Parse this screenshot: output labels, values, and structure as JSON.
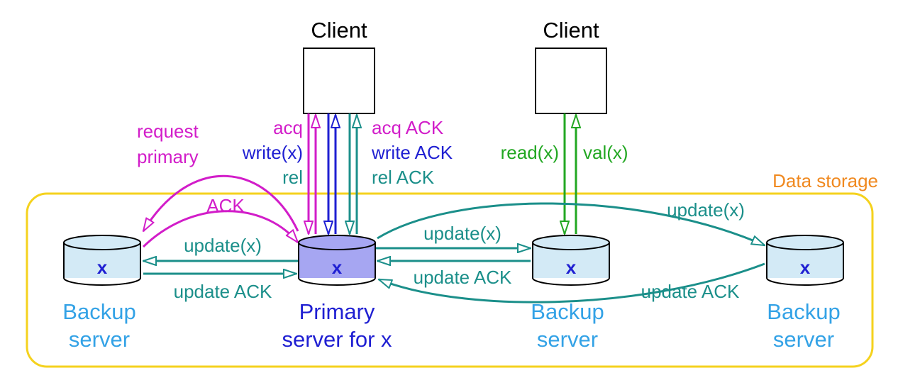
{
  "colors": {
    "magenta": "#d21dc9",
    "blue": "#1f1fd2",
    "teal": "#1b8f8a",
    "green": "#22a722",
    "light_blue": "#33a2e6",
    "orange": "#f0891f",
    "gold": "#f5d21e",
    "cylinder_light": "#d3eaf6",
    "cylinder_primary": "#a6a6f2"
  },
  "clients": [
    {
      "label": "Client"
    },
    {
      "label": "Client"
    }
  ],
  "storage_label": "Data storage",
  "servers": {
    "backup_left": {
      "var": "x",
      "label_lines": [
        "Backup",
        "server"
      ]
    },
    "primary": {
      "var": "x",
      "label_lines": [
        "Primary",
        "server for x"
      ]
    },
    "backup_middle": {
      "var": "x",
      "label_lines": [
        "Backup",
        "server"
      ]
    },
    "backup_right": {
      "var": "x",
      "label_lines": [
        "Backup",
        "server"
      ]
    }
  },
  "messages": {
    "acq": "acq",
    "write": "write(x)",
    "rel": "rel",
    "acq_ack": "acq ACK",
    "write_ack": "write ACK",
    "rel_ack": "rel ACK",
    "read": "read(x)",
    "val": "val(x)",
    "request_primary_lines": [
      "request",
      "primary"
    ],
    "ack": "ACK",
    "update_left": "update(x)",
    "update_ack_left": "update ACK",
    "update_mid": "update(x)",
    "update_ack_mid": "update ACK",
    "update_right": "update(x)",
    "update_ack_right": "update ACK"
  }
}
